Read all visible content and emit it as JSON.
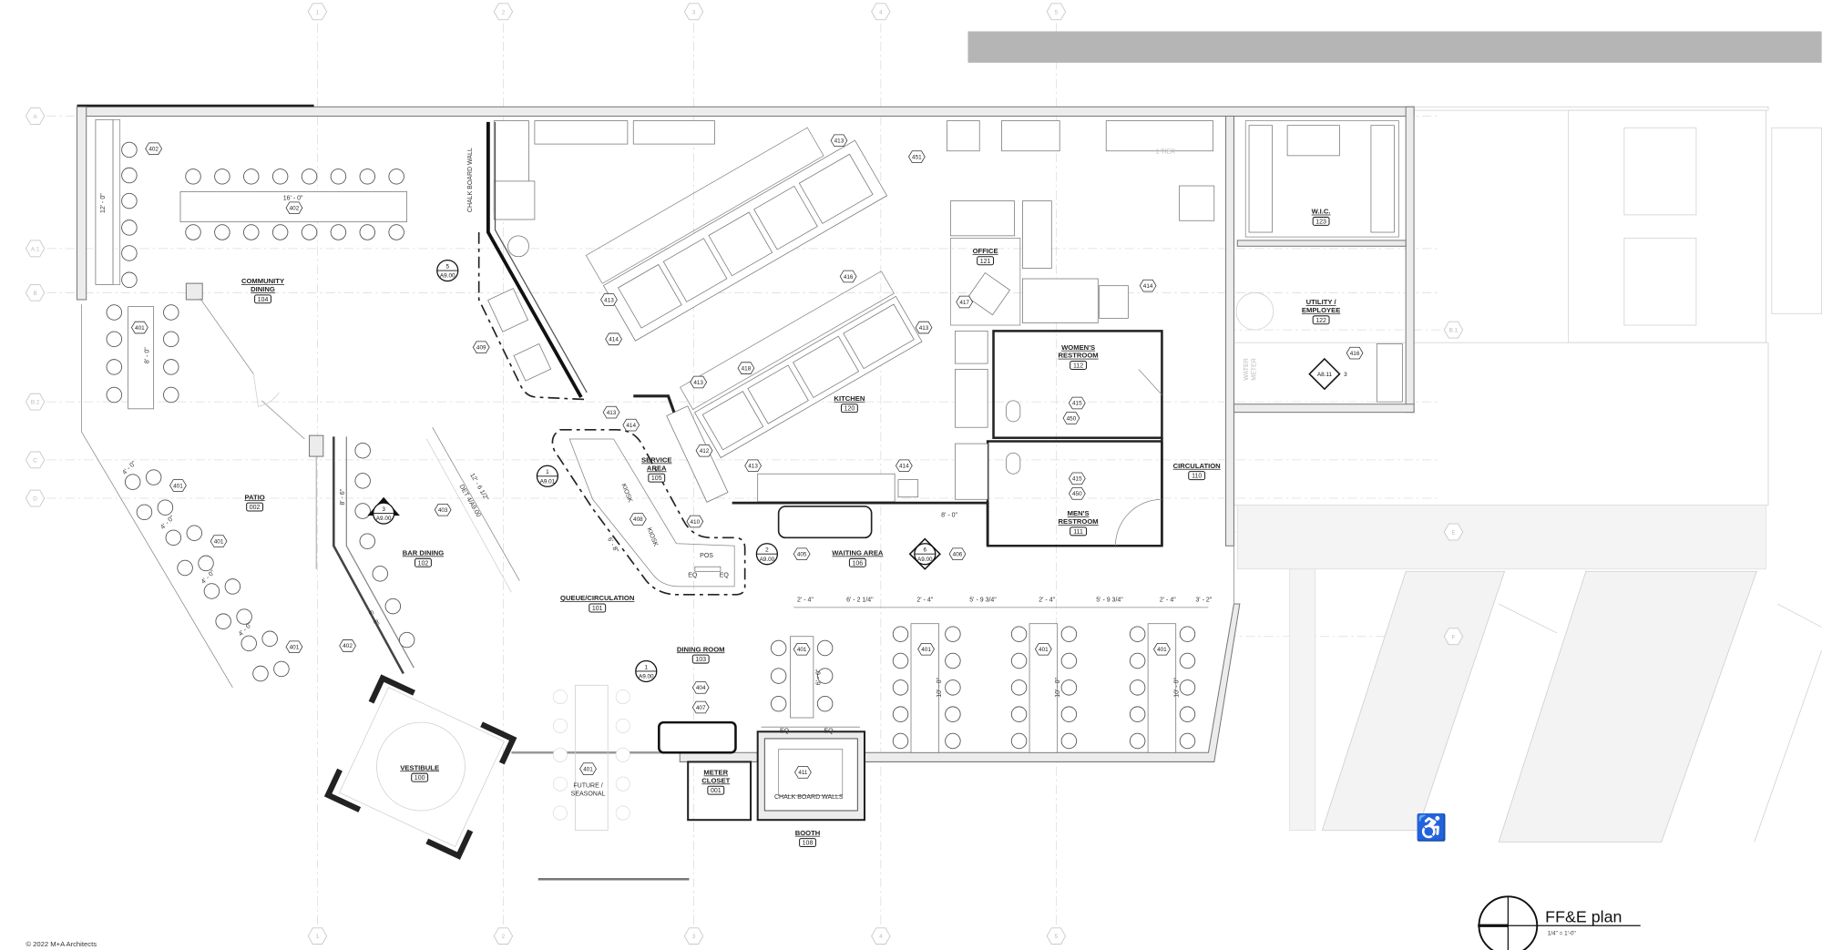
{
  "title": {
    "name": "FF&E plan",
    "scale": "1/4\" = 1'-0\""
  },
  "copyright": "© 2022 M+A Architects",
  "colors": {
    "ink": "#222222",
    "header_bar": "#b5b5b5",
    "hatch": "#ececec",
    "faint": "#cfcfcf"
  },
  "rooms": [
    {
      "lines": [
        "COMMUNITY",
        "DINING"
      ],
      "number": "104"
    },
    {
      "lines": [
        "PATIO"
      ],
      "number": "002"
    },
    {
      "lines": [
        "BAR DINING"
      ],
      "number": "102"
    },
    {
      "lines": [
        "QUEUE/CIRCULATION"
      ],
      "number": "101"
    },
    {
      "lines": [
        "SERVICE",
        "AREA"
      ],
      "number": "105"
    },
    {
      "lines": [
        "KITCHEN"
      ],
      "number": "120"
    },
    {
      "lines": [
        "OFFICE"
      ],
      "number": "121"
    },
    {
      "lines": [
        "WOMEN'S",
        "RESTROOM"
      ],
      "number": "112"
    },
    {
      "lines": [
        "MEN'S",
        "RESTROOM"
      ],
      "number": "111"
    },
    {
      "lines": [
        "CIRCULATION"
      ],
      "number": "110"
    },
    {
      "lines": [
        "W.I.C."
      ],
      "number": "123"
    },
    {
      "lines": [
        "UTILITY /",
        "EMPLOYEE"
      ],
      "number": "122"
    },
    {
      "lines": [
        "WAITING AREA"
      ],
      "number": "106"
    },
    {
      "lines": [
        "DINING ROOM"
      ],
      "number": "103"
    },
    {
      "lines": [
        "VESTIBULE"
      ],
      "number": "100"
    },
    {
      "lines": [
        "METER",
        "CLOSET"
      ],
      "number": "001"
    },
    {
      "lines": [
        "BOOTH"
      ],
      "number": "108"
    }
  ],
  "keynotes": [
    "402",
    "402",
    "401",
    "401",
    "401",
    "401",
    "403",
    "402",
    "409",
    "413",
    "414",
    "413",
    "414",
    "413",
    "412",
    "410",
    "413",
    "408",
    "413",
    "416",
    "418",
    "413",
    "451",
    "417",
    "414",
    "415",
    "450",
    "415",
    "450",
    "414",
    "405",
    "406",
    "404",
    "407",
    "411",
    "401",
    "401",
    "401",
    "401",
    "401",
    "416"
  ],
  "sections": [
    {
      "num": "5",
      "sheet": "A9.00"
    },
    {
      "num": "1",
      "sheet": "A9.01"
    },
    {
      "num": "3",
      "sheet": "A9.00"
    },
    {
      "num": "2",
      "sheet": "A9.00"
    },
    {
      "num": "6",
      "sheet": "A9.00"
    },
    {
      "num": "1",
      "sheet": "A9.00"
    },
    {
      "num": "3",
      "sheet": "A8.11"
    }
  ],
  "grid_top": [
    "1",
    "2",
    "3",
    "4",
    "5"
  ],
  "grid_bottom": [
    "1",
    "2",
    "3",
    "4",
    "5"
  ],
  "grid_left": [
    "A",
    "A.1",
    "B",
    "B.2",
    "C",
    "D"
  ],
  "grid_right": [
    "B.1",
    "E",
    "F"
  ],
  "dimensions": [
    "16' - 0\"",
    "12' - 0\"",
    "8' - 0\"",
    "8' - 6\"",
    "6' - 8\"",
    "4' - 0\"",
    "4' - 0\"",
    "4' - 0\"",
    "4' - 0\"",
    "12' - 6 1/2\"",
    "8' - 0\"",
    "6' - 8\"",
    "2' - 4\"",
    "6' - 2 1/4\"",
    "2' - 4\"",
    "5' - 9 3/4\"",
    "2' - 4\"",
    "5' - 9 3/4\"",
    "2' - 4\"",
    "3' - 2\"",
    "6' - 0\"",
    "10' - 0\"",
    "10' - 0\"",
    "10' - 0\"",
    "EQ",
    "EQ",
    "EQ",
    "EQ"
  ],
  "notes": [
    "CHALK BOARD WALL",
    "CHALK BOARD WALLS",
    "WATER",
    "METER",
    "KIOSK",
    "KIOSK",
    "POS",
    "FUTURE /",
    "SEASONAL",
    "DET 4/A9.00",
    "1 TIER"
  ]
}
